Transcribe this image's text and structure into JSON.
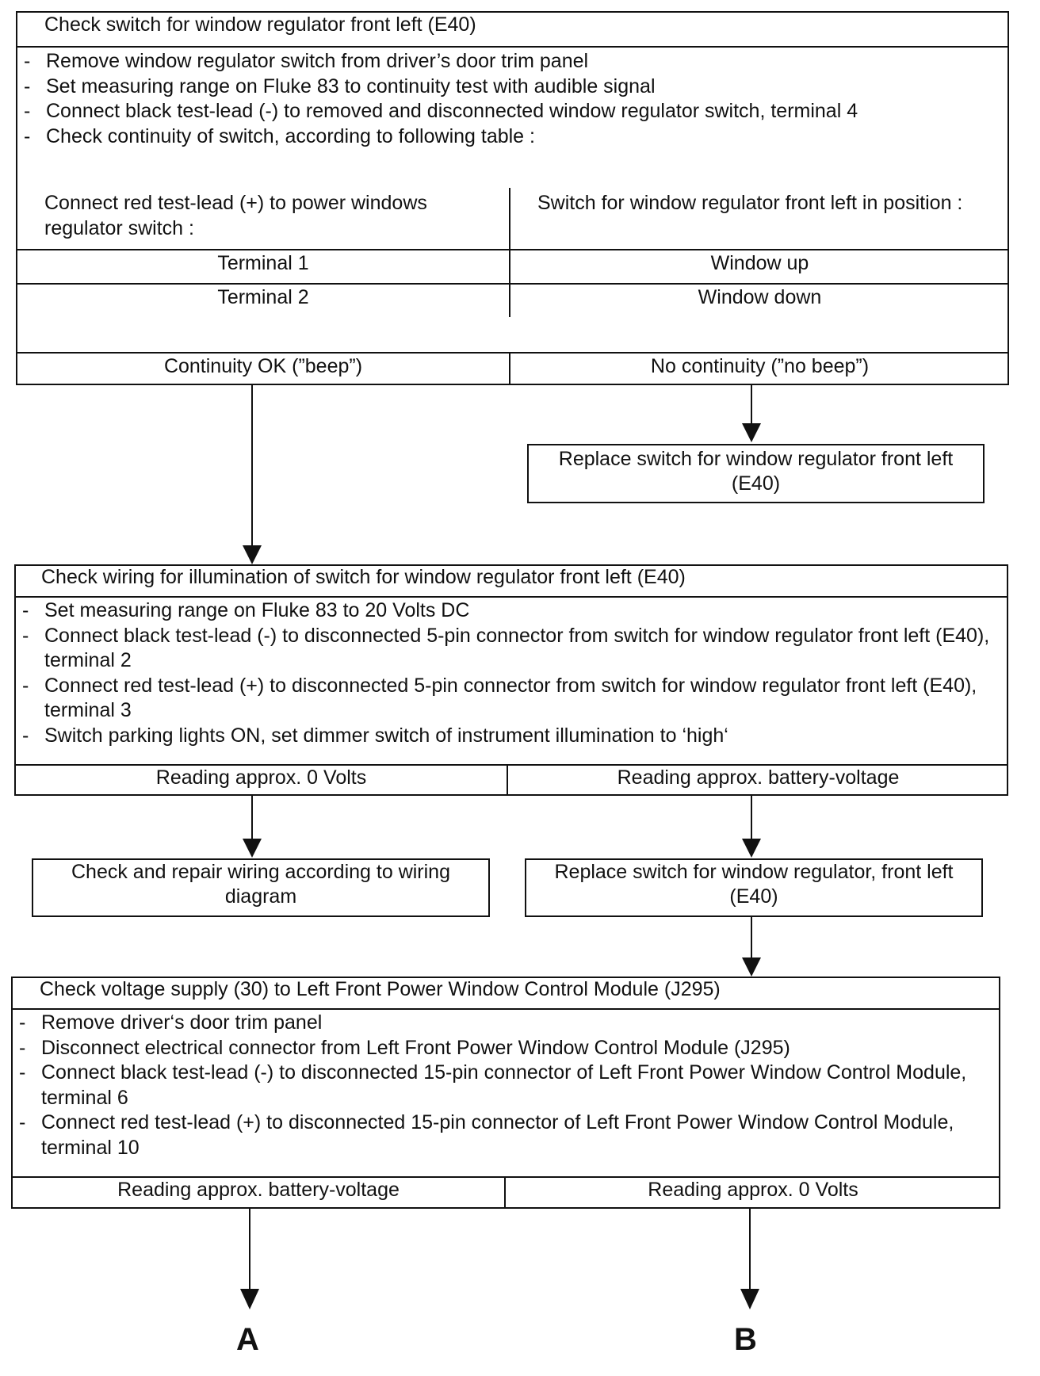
{
  "step1": {
    "title": "Check switch for window regulator front left (E40)",
    "bullets": [
      "Remove window regulator switch from driver’s door trim panel",
      "Set measuring range on Fluke 83 to continuity test with audible signal",
      "Connect black test-lead (-) to removed and disconnected window regulator switch, terminal 4",
      "Check continuity of switch, according to following table :"
    ],
    "table": {
      "header_left": "Connect red test-lead (+) to power windows regulator switch :",
      "header_right": "Switch for window regulator front left in position :",
      "rows": [
        {
          "terminal": "Terminal 1",
          "position": "Window up"
        },
        {
          "terminal": "Terminal 2",
          "position": "Window down"
        }
      ]
    },
    "outcome_left": "Continuity OK (”beep”)",
    "outcome_right": "No continuity (”no beep”)",
    "action_right": "Replace switch for window regulator front left (E40)"
  },
  "step2": {
    "title": "Check wiring for illumination of switch for window regulator front left (E40)",
    "bullets": [
      "Set measuring range on Fluke 83 to 20 Volts DC",
      "Connect black test-lead (-) to disconnected 5-pin connector from switch for window regulator front left (E40), terminal 2",
      "Connect red test-lead (+) to disconnected 5-pin connector from switch for window regulator front left (E40), terminal 3",
      "Switch parking lights ON, set dimmer switch of instrument illumination to ‘high‘"
    ],
    "outcome_left": "Reading approx. 0 Volts",
    "outcome_right": "Reading approx. battery-voltage",
    "action_left": "Check and repair wiring according to wiring diagram",
    "action_right": "Replace switch for window regulator, front left (E40)"
  },
  "step3": {
    "title": "Check voltage supply (30) to Left Front Power Window Control Module (J295)",
    "bullets": [
      "Remove driver‘s door trim panel",
      "Disconnect electrical connector from Left Front Power Window Control Module (J295)",
      "Connect black test-lead (-) to disconnected 15-pin connector of Left Front Power Window Control Module, terminal 6",
      "Connect red test-lead (+) to disconnected 15-pin connector of Left Front Power Window Control Module, terminal 10"
    ],
    "outcome_left": "Reading approx. battery-voltage",
    "outcome_right": "Reading approx. 0 Volts"
  },
  "end_labels": {
    "left": "A",
    "right": "B"
  }
}
